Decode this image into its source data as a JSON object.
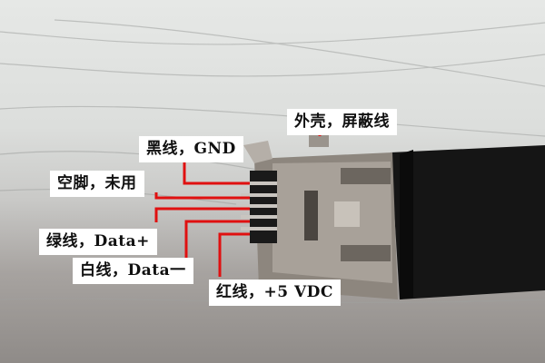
{
  "figure": {
    "subject": "Mini USB connector pinout (photo with annotations)",
    "callout_color": "#e01010",
    "labels": {
      "shield": "外壳，屏蔽线",
      "gnd": "黑线，GND",
      "nc": "空脚，未用",
      "data_plus": "绿线，Data+",
      "data_minus": "白线，Data一",
      "vcc": "红线，+5 VDC"
    }
  }
}
